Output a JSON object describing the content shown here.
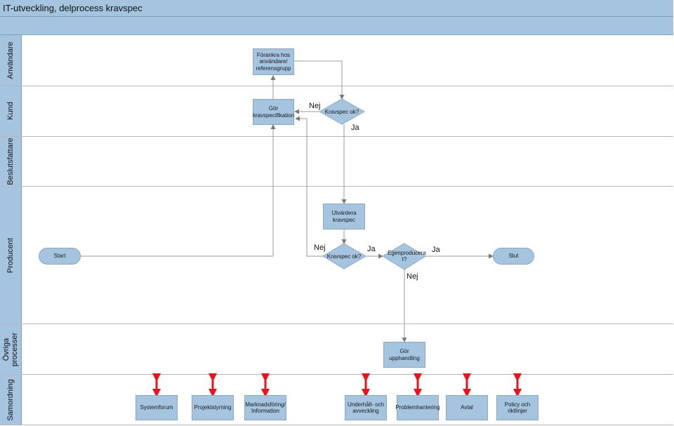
{
  "title": "IT-utveckling, delprocess kravspec",
  "lanes": {
    "anvandare": "Användare",
    "kund": "Kund",
    "beslutsfattare": "Beslutsfattare",
    "producent": "Producent",
    "ovriga": "Övriga processer",
    "samordning": "Samordning"
  },
  "nodes": {
    "forankra": "Förankra hos användare/ referensgrupp",
    "gor_kravspec": "Gör kravspecifikation",
    "kravspec_ok_top": "Kravspec ok?",
    "utvardera": "Utvärdera kravspec",
    "start": "Start",
    "kravspec_ok_mid": "Kravspec ok?",
    "egenproducera": "Egenproducera t?",
    "slut": "Slut",
    "gor_upphandling": "Gör upphandling"
  },
  "branches": {
    "nej_top": "Nej",
    "ja_top": "Ja",
    "nej_mid": "Nej",
    "ja_mid": "Ja",
    "ja_egen": "Ja",
    "nej_egen": "Nej"
  },
  "samordning_items": [
    "Systemforum",
    "Projektstyrning",
    "Marknadsföring/ Information",
    "Underhåll- och avveckling",
    "Problemhantering",
    "Avtal",
    "Policy och riktlinjer"
  ],
  "colors": {
    "node_fill": "#a5c4df",
    "arrow_gray": "#9a9a9a",
    "double_arrow_red": "#e8141b"
  }
}
